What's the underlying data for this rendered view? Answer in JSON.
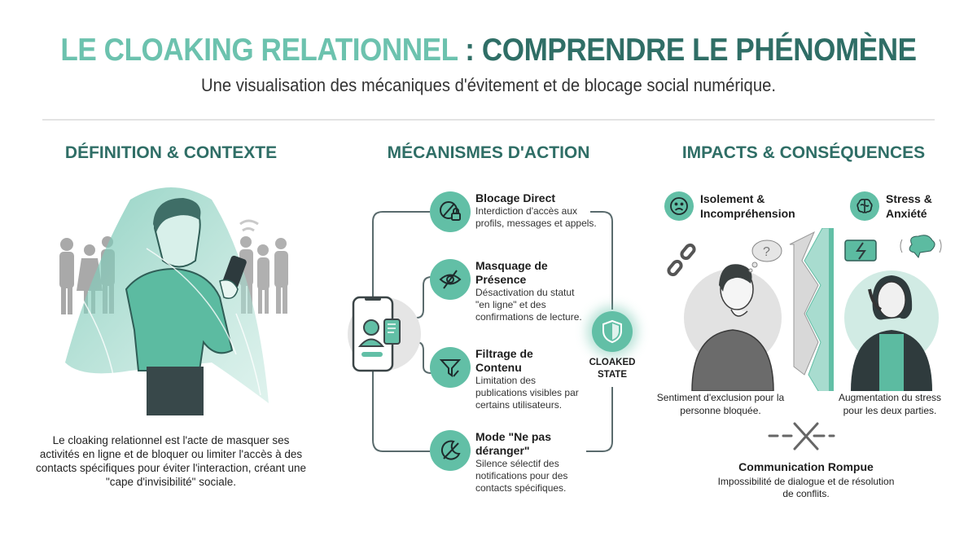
{
  "header": {
    "title_part1": "LE CLOAKING RELATIONNEL",
    "title_sep": " : ",
    "title_part2": "COMPRENDRE LE PHÉNOMÈNE",
    "subtitle": "Une visualisation des mécaniques d'évitement et de blocage social numérique."
  },
  "colors": {
    "accent_light": "#6cc2ae",
    "accent_dark": "#2f6e66",
    "circle_fill": "#62bfa6",
    "dark_gray": "#3a4548"
  },
  "sections": {
    "definition": {
      "title": "DÉFINITION & CONTEXTE",
      "text": "Le cloaking relationnel est l'acte de masquer ses activités en ligne et de bloquer ou limiter l'accès à des contacts spécifiques pour éviter l'interaction, créant une \"cape d'invisibilité\" sociale."
    },
    "mechanisms": {
      "title": "MÉCANISMES D'ACTION",
      "items": [
        {
          "icon": "block-lock-icon",
          "title": "Blocage Direct",
          "desc": "Interdiction d'accès aux profils, messages et appels."
        },
        {
          "icon": "eye-off-icon",
          "title": "Masquage de Présence",
          "desc": "Désactivation du statut \"en ligne\" et des confirmations de lecture."
        },
        {
          "icon": "filter-icon",
          "title": "Filtrage de Contenu",
          "desc": "Limitation des publications visibles par certains utilisateurs."
        },
        {
          "icon": "do-not-disturb-moon-icon",
          "title": "Mode \"Ne pas déranger\"",
          "desc": "Silence sélectif des notifications pour des contacts spécifiques."
        }
      ],
      "state_label": "CLOAKED STATE",
      "state_icon": "shield-icon"
    },
    "impacts": {
      "title": "IMPACTS & CONSÉQUENCES",
      "items": [
        {
          "icon": "sad-face-icon",
          "title": "Isolement & Incompréhension",
          "caption": "Sentiment d'exclusion pour la personne bloquée."
        },
        {
          "icon": "brain-icon",
          "title": "Stress & Anxiété",
          "caption": "Augmentation du stress pour les deux parties."
        }
      ],
      "communication": {
        "icon": "broken-line-x-icon",
        "title": "Communication Rompue",
        "desc": "Impossibilité de dialogue et de résolution de conflits."
      }
    }
  }
}
